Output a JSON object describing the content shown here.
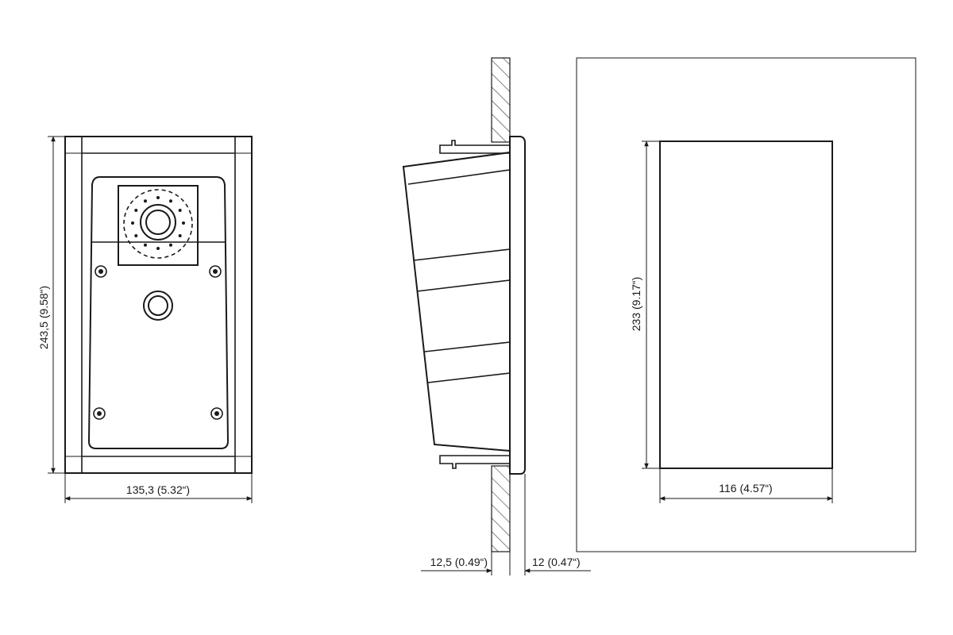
{
  "diagram": {
    "front_view": {
      "height_label": "243,5 (9.58“)",
      "width_label": "135,3 (5.32“)"
    },
    "side_view": {
      "wall_thickness_label": "12,5 (0.49“)",
      "frame_depth_label": "12 (0.47“)"
    },
    "cutout_view": {
      "height_label": "233 (9.17“)",
      "width_label": "116 (4.57“)"
    },
    "colors": {
      "line": "#1a1a1a",
      "background": "#ffffff"
    }
  }
}
